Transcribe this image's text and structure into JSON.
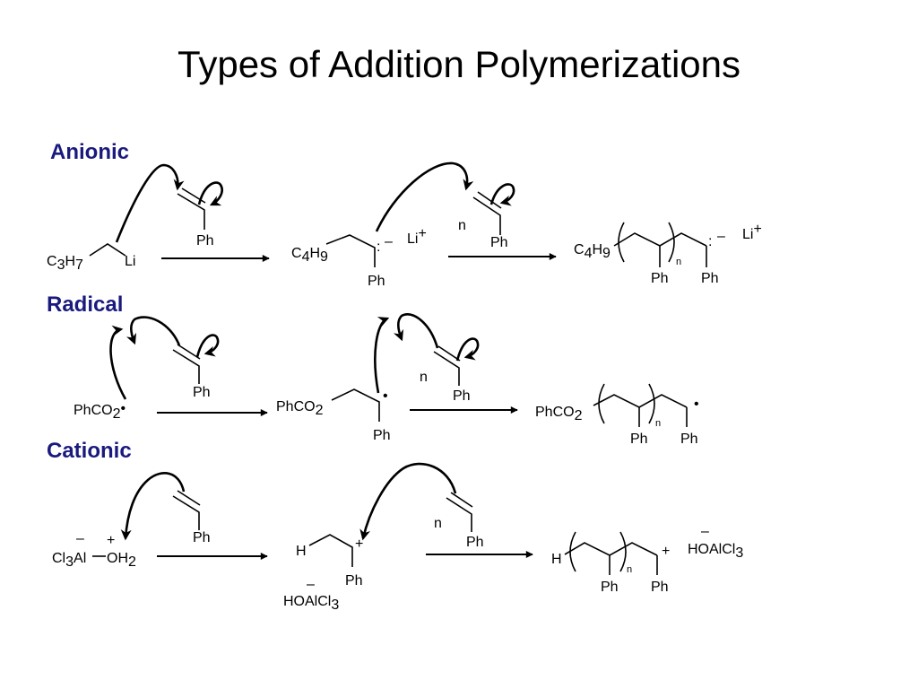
{
  "title": "Types of Addition Polymerizations",
  "sections": {
    "anionic": "Anionic",
    "radical": "Radical",
    "cationic": "Cationic"
  },
  "labels": {
    "Ph": "Ph",
    "n": "n",
    "Li": "Li",
    "C": "C",
    "H": "H",
    "Cl": "Cl",
    "Al": "Al",
    "OH": "OH",
    "PhCO": "PhCO",
    "HOAlCl": "HOAlCl",
    "sub2": "2",
    "sub3": "3",
    "sub4": "4",
    "sub7": "7",
    "sub9": "9",
    "plus": "+",
    "minus": "–",
    "anion_dots": ":",
    "radical_dot": "•"
  }
}
